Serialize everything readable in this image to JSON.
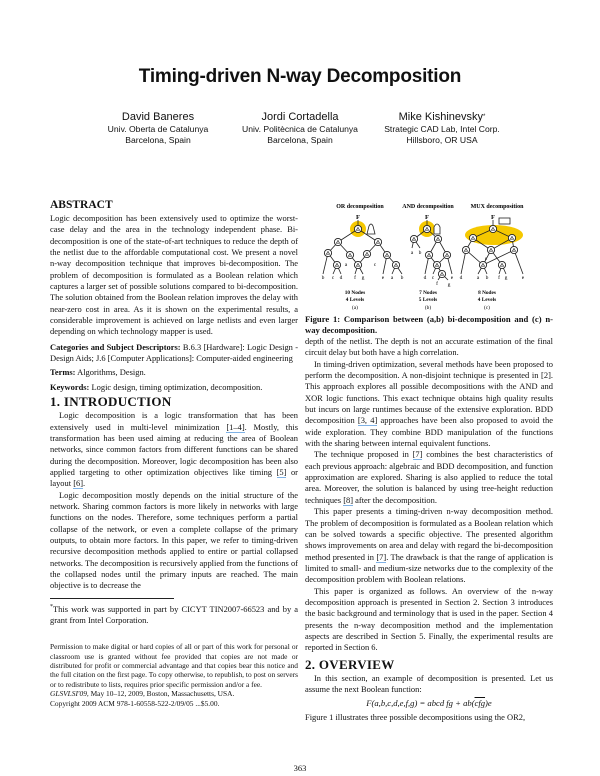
{
  "title": "Timing-driven N-way Decomposition",
  "authors": [
    {
      "name": "David Baneres",
      "affiliation": "Univ. Oberta de Catalunya",
      "location": "Barcelona, Spain"
    },
    {
      "name": "Jordi Cortadella",
      "affiliation": "Univ. Politècnica de Catalunya",
      "location": "Barcelona, Spain"
    },
    {
      "name": "Mike Kishinevsky",
      "mark": "*",
      "affiliation": "Strategic CAD Lab, Intel Corp.",
      "location": "Hillsboro, OR USA"
    }
  ],
  "abstract": {
    "heading": "ABSTRACT",
    "text": "Logic decomposition has been extensively used to optimize the worst-case delay and the area in the technology independent phase. Bi-decomposition is one of the state-of-art techniques to reduce the depth of the netlist due to the affordable computational cost. We present a novel n-way decomposition technique that improves bi-decomposition. The problem of decomposition is formulated as a Boolean relation which captures a larger set of possible solutions compared to bi-decomposition.  The solution obtained from the Boolean relation improves the delay with near-zero cost in area. As it is shown on the experimental results, a considerable improvement is achieved on large netlists and even larger depending on which technology mapper is used."
  },
  "categories": {
    "label": "Categories and Subject Descriptors:",
    "text": " B.6.3 [Hardware]: Logic Design - Design Aids; J.6 [Computer Applications]: Computer-aided engineering"
  },
  "terms": {
    "label": "Terms:",
    "text": " Algorithms, Design."
  },
  "keywords": {
    "label": "Keywords:",
    "text": " Logic design, timing optimization, decomposition."
  },
  "intro": {
    "heading": "1.   INTRODUCTION",
    "p1": [
      "Logic decomposition is a logic transformation that has been extensively used in multi-level minimization ",
      "[1–4]",
      ". Mostly, this transformation has been used aiming at reducing the area of Boolean networks, since common factors from different functions can be shared during the decomposition. Moreover, logic decomposition has been also applied targeting to other optimization objectives like timing ",
      "[5]",
      " or layout ",
      "[6]",
      "."
    ],
    "p2": "Logic decomposition mostly depends on the initial structure of the network. Sharing common factors is more likely in networks with large functions on the nodes. Therefore, some techniques perform a partial collapse of the network, or even a complete collapse of the primary outputs, to obtain more factors. In this paper, we refer to timing-driven recursive decomposition methods applied to entire or partial collapsed networks. The decomposition is recursively applied from the functions of the collapsed nodes until the primary inputs are reached. The main objective is to decrease the"
  },
  "footnote": {
    "mark": "*",
    "text": "This work was supported in part by CICYT TIN2007-66523 and by a grant from Intel Corporation."
  },
  "permission": {
    "text": "Permission to make digital or hard copies of all or part of this work for personal or classroom use is granted without fee provided that copies are not made or distributed for profit or commercial advantage and that copies bear this notice and the full citation on the first page. To copy otherwise, to republish, to post on servers or to redistribute to lists, requires prior specific permission and/or a fee.",
    "venue": "GLSVLSI'09,",
    "venue_rest": " May 10–12, 2009, Boston, Massachusetts, USA.",
    "copyright": "Copyright 2009 ACM 978-1-60558-522-2/09/05 ...$5.00."
  },
  "figure": {
    "panels": [
      {
        "title": "OR decomposition",
        "nodes": "10 Nodes",
        "levels": "4 Levels",
        "label": "(a)",
        "leaves": [
          "b",
          "c",
          "d",
          "f",
          "g",
          "e",
          "a",
          "b"
        ],
        "inner_labels": [
          "a",
          "c"
        ]
      },
      {
        "title": "AND decomposition",
        "nodes": "7 Nodes",
        "levels": "5 Levels",
        "label": "(b)",
        "leaves": [
          "a",
          "b",
          "d",
          "c",
          "e",
          "f",
          "g"
        ]
      },
      {
        "title": "MUX decomposition",
        "nodes": "8 Nodes",
        "levels": "4 Levels",
        "label": "(c)",
        "leaves": [
          "d",
          "a",
          "b",
          "f",
          "g",
          "e"
        ],
        "inner_labels": [
          "c"
        ]
      }
    ],
    "root_label": "F",
    "highlight_color": "#f5c800",
    "caption": "Figure 1: Comparison between (a,b) bi-decomposition and (c) n-way decomposition."
  },
  "right": {
    "p0": "depth of the netlist. The depth is not an accurate estimation of the final circuit delay but both have a high correlation.",
    "p1": [
      "In timing-driven optimization, several methods have been proposed to perform the decomposition. A non-disjoint technique is presented in [2]. This approach explores all possible decompositions with the AND and XOR logic functions. This exact technique obtains high quality results but incurs on large runtimes because of the extensive exploration. BDD decomposition ",
      "[3, 4]",
      " approaches have been also proposed to avoid the wide exploration. They combine BDD manipulation of the functions with the sharing between internal equivalent functions."
    ],
    "p2": [
      "The technique proposed in ",
      "[7]",
      " combines the best characteristics of each previous approach: algebraic and BDD decomposition, and function approximation are explored. Sharing is also applied to reduce the total area. Moreover, the solution is balanced by using tree-height reduction techniques ",
      "[8]",
      " after the decomposition."
    ],
    "p3": [
      "This paper presents a timing-driven n-way decomposition method. The problem of decomposition is formulated as a Boolean relation which can be solved towards a specific objective. The presented algorithm shows improvements on area and delay with regard the bi-decomposition method presented in ",
      "[7]",
      ". The drawback is that the range of application is limited to small- and medium-size networks due to the complexity of the decomposition problem with Boolean relations."
    ],
    "p4": "This paper is organized as follows. An overview of the n-way decomposition approach is presented in Section 2. Section 3 introduces the basic background and terminology that is used in the paper. Section 4 presents the n-way decomposition method and the implementation aspects are described in Section 5. Finally, the experimental results are reported in Section 6.",
    "overview_heading": "2.   OVERVIEW",
    "p5": "In this section, an example of decomposition is presented. Let us assume the next Boolean function:",
    "equation_lhs": "F(a,b,c,d,e,f,g) = abcd fg + ab(",
    "equation_bar": "cfg",
    "equation_rhs": ")e",
    "p6": "Figure 1 illustrates three possible decompositions using the OR2,"
  },
  "page_number": "363",
  "colors": {
    "link_underline": "#7fb2e6",
    "highlight": "#f5c800"
  }
}
